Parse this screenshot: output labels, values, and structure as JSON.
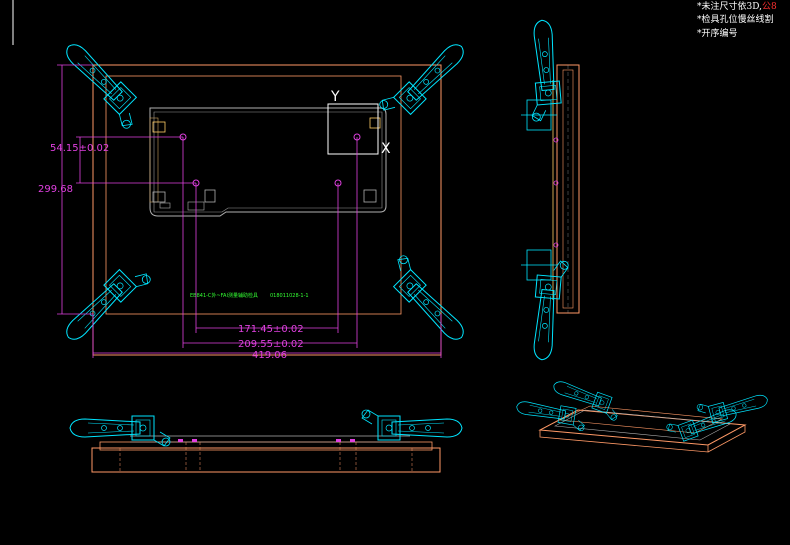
{
  "notes": {
    "line1_prefix": "*未注尺寸依3D,",
    "line1_suffix": "公8",
    "line2": "*检具孔位慢丝线割",
    "line3": "*开序编号"
  },
  "axes": {
    "y": "Y",
    "x": "X"
  },
  "dimensions": {
    "d1": "54.15±0.02",
    "d2": "299.68",
    "d3": "171.45±0.02",
    "d4": "209.55±0.02",
    "d5": "419.06"
  },
  "part_label": {
    "code": "EB841-C",
    "desc": "外~FAI",
    "sub": "测量辅助检具",
    "num": "018011028-1-1"
  },
  "colors": {
    "background": "#000000",
    "outline": "#ff9966",
    "clamp": "#00e5ff",
    "dimension": "#e040e0",
    "inner": "#b0b0b0",
    "part_label": "#33ff33"
  }
}
